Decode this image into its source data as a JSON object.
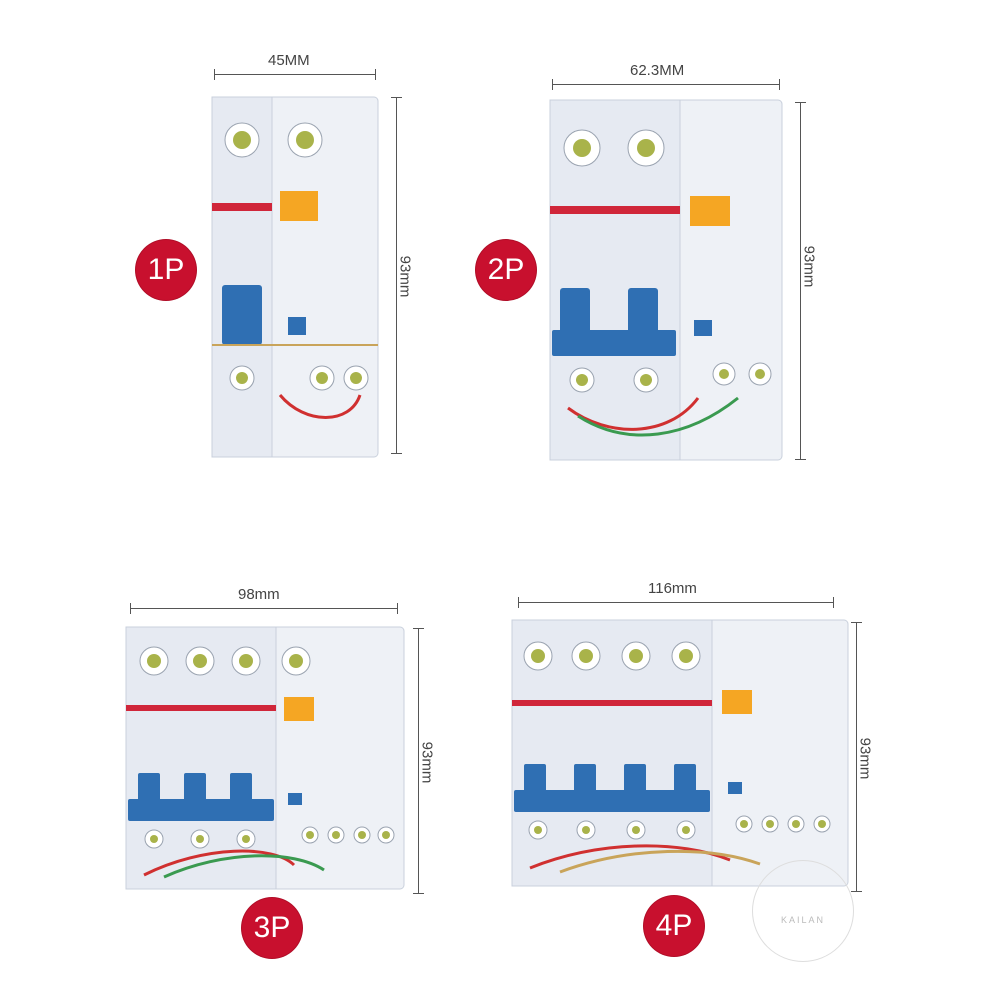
{
  "products": [
    {
      "label": "1P",
      "width": "45MM",
      "height": "93mm",
      "poles": 1
    },
    {
      "label": "2P",
      "width": "62.3MM",
      "height": "93mm",
      "poles": 2
    },
    {
      "label": "3P",
      "width": "98mm",
      "height": "93mm",
      "poles": 3
    },
    {
      "label": "4P",
      "width": "116mm",
      "height": "93mm",
      "poles": 4
    }
  ],
  "watermark": "KAILAN",
  "colors": {
    "badge": "#c8102e",
    "handle": "#2f6fb3",
    "test_button": "#f5a623",
    "brand_strip": "#d0263a",
    "housing": "#eef1f6"
  },
  "icons": [
    "screw-terminal-icon",
    "blue-toggle-handle-icon",
    "test-button-icon"
  ]
}
